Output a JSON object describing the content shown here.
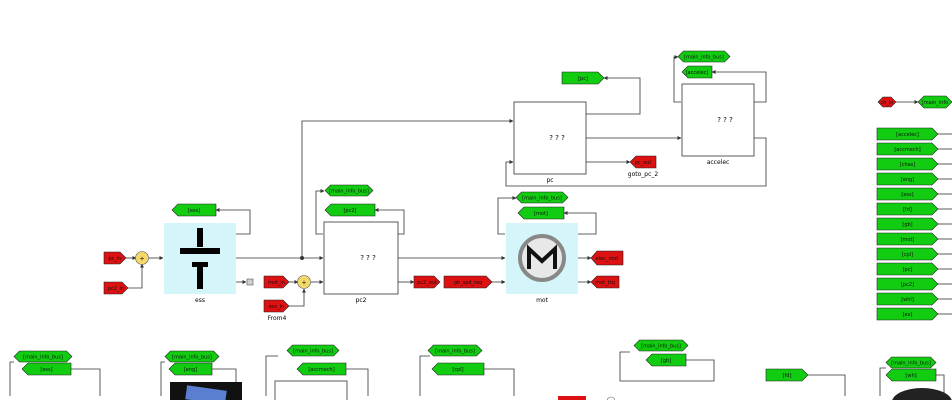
{
  "colors": {
    "goto": "#11cc11",
    "from": "#dd1111",
    "block_fill": "#ffffff",
    "icon_fill": "#d4f6fa",
    "sum_fill": "#f4d86a",
    "wire": "#333333"
  },
  "blocks": {
    "ess": {
      "name": "ess",
      "icon": "battery-icon"
    },
    "pc2": {
      "name": "pc2",
      "inner": "? ? ?"
    },
    "pc": {
      "name": "pc",
      "inner": "? ? ?"
    },
    "accelec": {
      "name": "accelec",
      "inner": "? ? ?"
    },
    "mot": {
      "name": "mot",
      "icon": "motor-icon"
    },
    "from4": {
      "name": "From4"
    },
    "goto_pc_2": {
      "name": "goto_pc_2"
    }
  },
  "goto_tags": {
    "ess": "[ess]",
    "pc2": "[pc2]",
    "pc": "[pc]",
    "accelec": "[accelec]",
    "mot": "[mot]",
    "main_info_bus": "[main_info_bus]",
    "ess_bottom": "[ess]",
    "eng": "[eng]",
    "accmech": "[accmech]",
    "cpl": "[cpl]",
    "gb": "[gb]",
    "fd": "[fd]",
    "wh": "[wh]"
  },
  "from_tags": {
    "ess_in1": "pc_in",
    "ess_in2": "pc2_in",
    "pc2_in1": "mot_in",
    "pc2_in2": "ess_in",
    "pc2_out": "pc2_out",
    "pc_out": "pc_out",
    "mot_in": "gb_spd_req",
    "mot_out1": "elec_mot",
    "mot_out2": "mot_trq",
    "right_top": "ch_in"
  },
  "right_bus_list": [
    "[accelec]",
    "[accmech]",
    "[chas]",
    "[eng]",
    "[ess]",
    "[fd]",
    "[gb]",
    "[mot]",
    "[cpl]",
    "[pc]",
    "[pc2]",
    "[whl]",
    "[ex]"
  ],
  "right_top_goto": "[main_info"
}
